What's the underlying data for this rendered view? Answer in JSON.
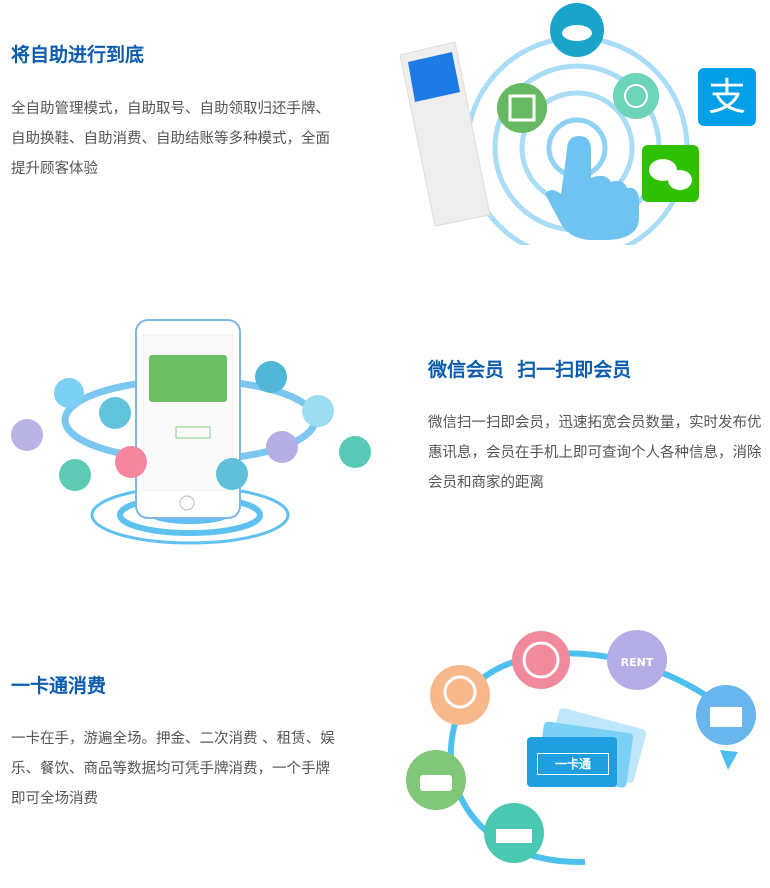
{
  "sections": [
    {
      "title": "将自助进行到底",
      "text": "全自助管理模式，自助取号、自助领取归还手牌、自助换鞋、自助消费、自助结账等多种模式，全面提升顾客体验"
    },
    {
      "title": "微信会员  扫一扫即会员",
      "text": "微信扫一扫即会员，迅速拓宽会员数量，实时发布优惠讯息，会员在手机上即可查询个人各种信息，消除会员和商家的距离"
    },
    {
      "title": "一卡通消费",
      "text": "一卡在手，游遍全场。押金、二次消费 、租赁、娱乐、餐饮、商品等数据均可凭手牌消费，一个手牌即可全场消费",
      "card_label": "一卡通",
      "rent_label": "RENT"
    }
  ],
  "colors": {
    "title": "#0b5cad",
    "text": "#555555",
    "ring": "#7cc7f0",
    "wechat": "#2dc100",
    "alipay": "#00a0e9"
  }
}
